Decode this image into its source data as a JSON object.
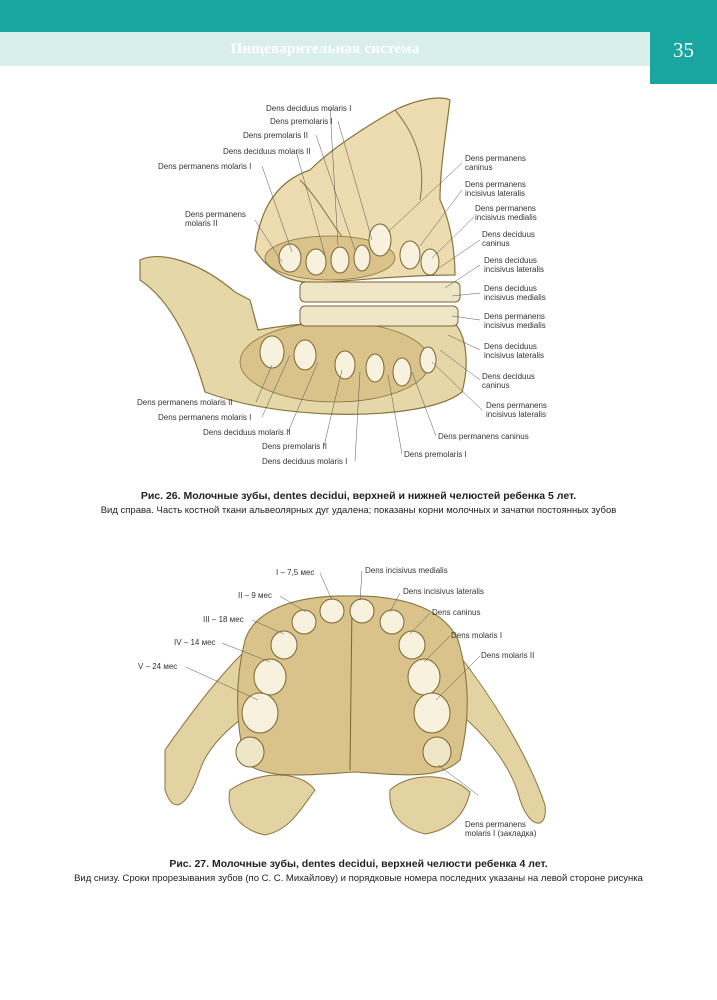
{
  "header": {
    "section_title": "Пищеварительная система",
    "page_number": "35"
  },
  "figure26": {
    "labels": {
      "l1": "Dens deciduus molaris I",
      "l2": "Dens premolaris I",
      "l3": "Dens premolaris II",
      "l4": "Dens deciduus molaris II",
      "l5": "Dens permanens molaris I",
      "l6a": "Dens permanens",
      "l6b": "molaris II",
      "r1a": "Dens permanens",
      "r1b": "caninus",
      "r2a": "Dens permanens",
      "r2b": "incisivus lateralis",
      "r3a": "Dens permanens",
      "r3b": "incisivus medialis",
      "r4a": "Dens deciduus",
      "r4b": "caninus",
      "r5a": "Dens deciduus",
      "r5b": "incisivus lateralis",
      "r6a": "Dens deciduus",
      "r6b": "incisivus medialis",
      "r7a": "Dens permanens",
      "r7b": "incisivus medialis",
      "r8a": "Dens deciduus",
      "r8b": "incisivus lateralis",
      "r9a": "Dens deciduus",
      "r9b": "caninus",
      "r10a": "Dens permanens",
      "r10b": "incisivus lateralis",
      "b1": "Dens permanens caninus",
      "b2": "Dens premolaris I",
      "b3": "Dens deciduus molaris I",
      "b4": "Dens premolaris II",
      "b5": "Dens deciduus molaris II",
      "b6": "Dens permanens molaris I",
      "b7": "Dens permanens molaris II"
    },
    "caption_title": "Рис. 26. Молочные зубы, dentes decidui, верхней и нижней челюстей ребенка 5 лет.",
    "caption_text": "Вид справа. Часть костной ткани альвеолярных дуг удалена; показаны корни молочных и зачатки постоянных зубов"
  },
  "figure27": {
    "labels": {
      "e1": "I – 7,5 мес",
      "e2": "II – 9 мес",
      "e3": "III – 18 мес",
      "e4": "IV – 14 мес",
      "e5": "V – 24 мес",
      "d1": "Dens incisivus medialis",
      "d2": "Dens incisivus lateralis",
      "d3": "Dens caninus",
      "d4": "Dens molaris I",
      "d5": "Dens molaris II",
      "d6a": "Dens permanens",
      "d6b": "molaris I (закладка)"
    },
    "caption_title": "Рис. 27. Молочные зубы, dentes decidui, верхней челюсти ребенка 4 лет.",
    "caption_text": "Вид снизу. Сроки прорезывания зубов (по С. С. Михайлову) и порядковые номера последних указаны на левой стороне рисунка"
  }
}
